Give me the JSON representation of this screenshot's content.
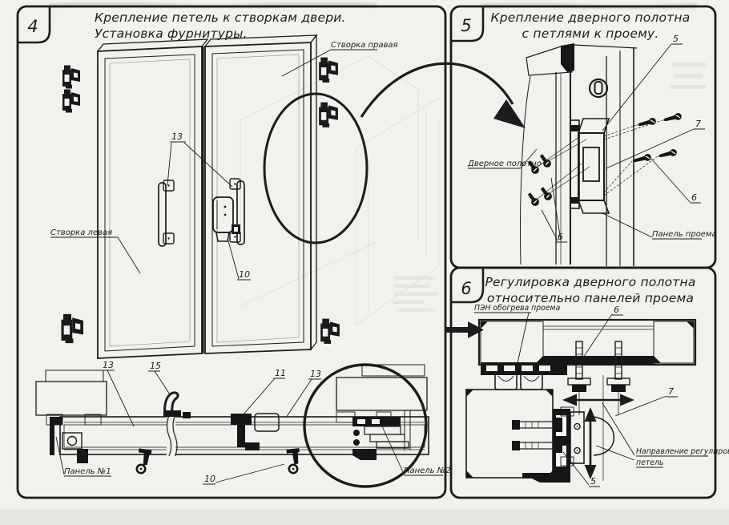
{
  "sheet": {
    "paper_color": "#f2f1ed",
    "ink_color": "#1c1c1c"
  },
  "panel4": {
    "number": "4",
    "title_line1": "Крепление петель к створкам двери.",
    "title_line2": "Установка фурнитуры.",
    "label_leaf_left": "Створка левая",
    "label_leaf_right": "Створка правая",
    "callout_handles": "13",
    "callout_latch": "10",
    "section": {
      "callout_leaf_left": "13",
      "callout_handle": "15",
      "callout_center_lock": "11",
      "callout_leaf_right": "13",
      "callout_stopper": "10",
      "label_panel1": "Панель №1",
      "label_panel2": "Панель №2"
    }
  },
  "panel5": {
    "number": "5",
    "title_line1": "Крепление дверного полотна",
    "title_line2": "с петлями к проему.",
    "callout_hinge": "5",
    "callout_screw_top": "7",
    "callout_screw_right": "6",
    "callout_bolts": "6",
    "label_door_leaf": "Дверное полотно",
    "label_opening_panel": "Панель проема"
  },
  "panel6": {
    "number": "6",
    "title_line1": "Регулировка дверного полотна",
    "title_line2": "относительно панелей проема",
    "label_heater": "ПЭН обогрева проема",
    "callout_bolt": "6",
    "callout_adjust": "7",
    "label_direction_line1": "Направление регулировки",
    "label_direction_line2": "петель",
    "callout_hinge": "5"
  }
}
